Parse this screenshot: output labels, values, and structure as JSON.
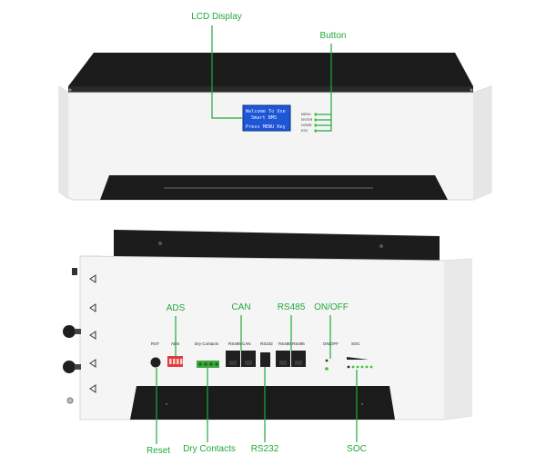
{
  "callouts": {
    "lcd_display": "LCD Display",
    "button": "Button",
    "ads": "ADS",
    "can": "CAN",
    "rs485": "RS485",
    "on_off": "ON/OFF",
    "reset": "Reset",
    "dry_contacts": "Dry Contacts",
    "rs232": "RS232",
    "soc": "SOC"
  },
  "lcd": {
    "line1": "Welcome To Use",
    "line2": "Smart BMS",
    "line3": "Press MENU Key"
  },
  "buttons": [
    "MENU",
    "ENTER",
    "DOWN",
    "ESC"
  ],
  "panel_labels": {
    "rst": "RST",
    "ads": "ADS",
    "dry_contacts": "Dry Contacts",
    "rs485_can": "RS485 CAN",
    "rs232": "RS232",
    "rs485_rs485": "RS485 RS485",
    "on_off": "ON/OFF",
    "soc": "SOC"
  },
  "colors": {
    "callout_green": "#22a83a",
    "lcd_blue": "#1f56d6",
    "button_led": "#3fbf3f",
    "ads_switch": "#e23b3b",
    "dry_contact_block": "#3aa83a",
    "chassis_black": "#1b1b1b",
    "chassis_white": "#f4f4f4"
  }
}
